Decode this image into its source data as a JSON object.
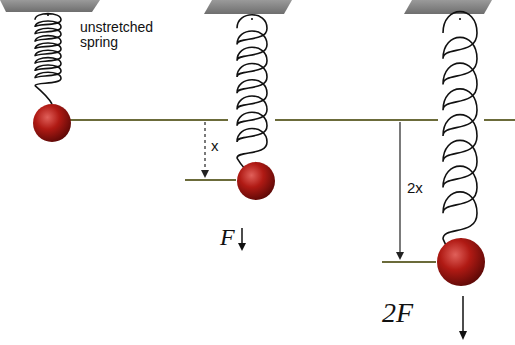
{
  "diagram": {
    "labels": [
      "unstretched spring",
      "x",
      "F",
      "2x",
      "2F"
    ]
  }
}
